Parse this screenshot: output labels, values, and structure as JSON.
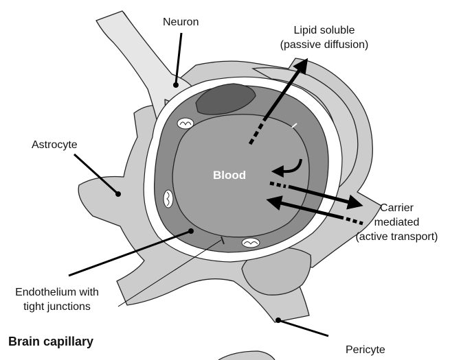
{
  "labels": {
    "neuron": "Neuron",
    "lipid_line1": "Lipid soluble",
    "lipid_line2": "(passive diffusion)",
    "astrocyte": "Astrocyte",
    "blood": "Blood",
    "carrier_line1": "Carrier",
    "carrier_line2": "mediated",
    "carrier_line3": "(active transport)",
    "endothelium_line1": "Endothelium with",
    "endothelium_line2": "tight junctions",
    "title": "Brain capillary",
    "pericyte": "Pericyte"
  },
  "colors": {
    "astrocyte_fill": "#c8c8c8",
    "neuron_fill": "#e0e0e0",
    "endothelium_fill": "#8c8c8c",
    "blood_fill": "#9a9a9a",
    "nucleus_fill": "#5e5e5e",
    "outline": "#222222",
    "arrow": "#000000"
  }
}
